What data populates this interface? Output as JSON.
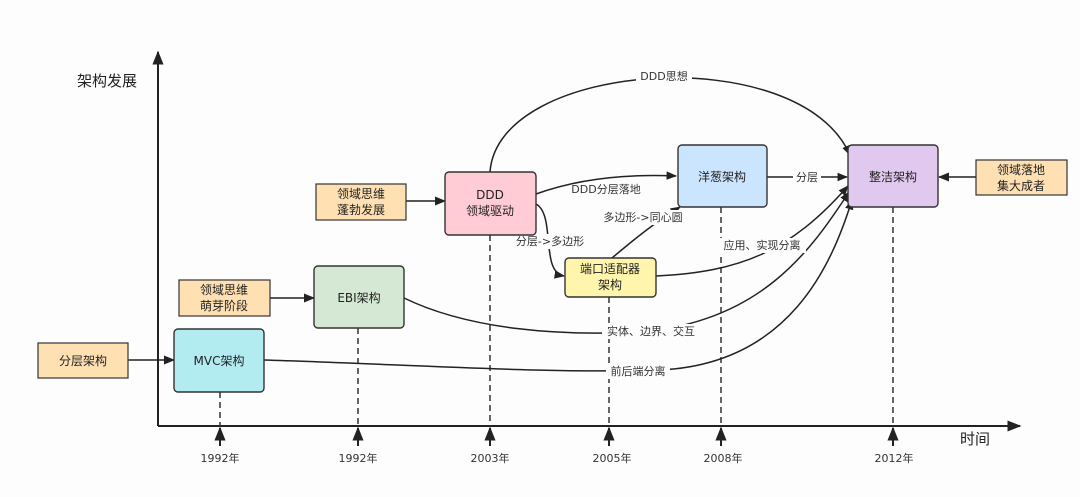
{
  "axes": {
    "y_label": "架构发展",
    "x_label": "时间"
  },
  "nodes": {
    "layered_side": {
      "lines": [
        "分层架构"
      ]
    },
    "sprout_side": {
      "lines": [
        "领域思维",
        "萌芽阶段"
      ]
    },
    "boom_side": {
      "lines": [
        "领域思维",
        "蓬勃发展"
      ]
    },
    "landing_side": {
      "lines": [
        "领域落地",
        "集大成者"
      ]
    },
    "mvc": {
      "lines": [
        "MVC架构"
      ]
    },
    "ebi": {
      "lines": [
        "EBI架构"
      ]
    },
    "ddd": {
      "lines": [
        "DDD",
        "领域驱动"
      ]
    },
    "hex": {
      "lines": [
        "端口适配器",
        "架构"
      ]
    },
    "onion": {
      "lines": [
        "洋葱架构"
      ]
    },
    "clean": {
      "lines": [
        "整洁架构"
      ]
    }
  },
  "edges": {
    "ddd_idea": "DDD思想",
    "ddd_layer": "DDD分层落地",
    "layer_to_poly": "分层->多边形",
    "poly_to_circle": "多边形->同心圆",
    "layer": "分层",
    "app_split": "应用、实现分离",
    "entity_boundary": "实体、边界、交互",
    "fe_be_split": "前后端分离"
  },
  "years": [
    "1992年",
    "1992年",
    "2003年",
    "2005年",
    "2008年",
    "2012年"
  ],
  "colors": {
    "orange": "#ffe0b3",
    "mvc": "#b2ebf0",
    "ebi": "#d5e8d4",
    "ddd": "#ffccd6",
    "hex": "#fff5ad",
    "onion": "#cce5ff",
    "clean": "#e1c8ee"
  }
}
